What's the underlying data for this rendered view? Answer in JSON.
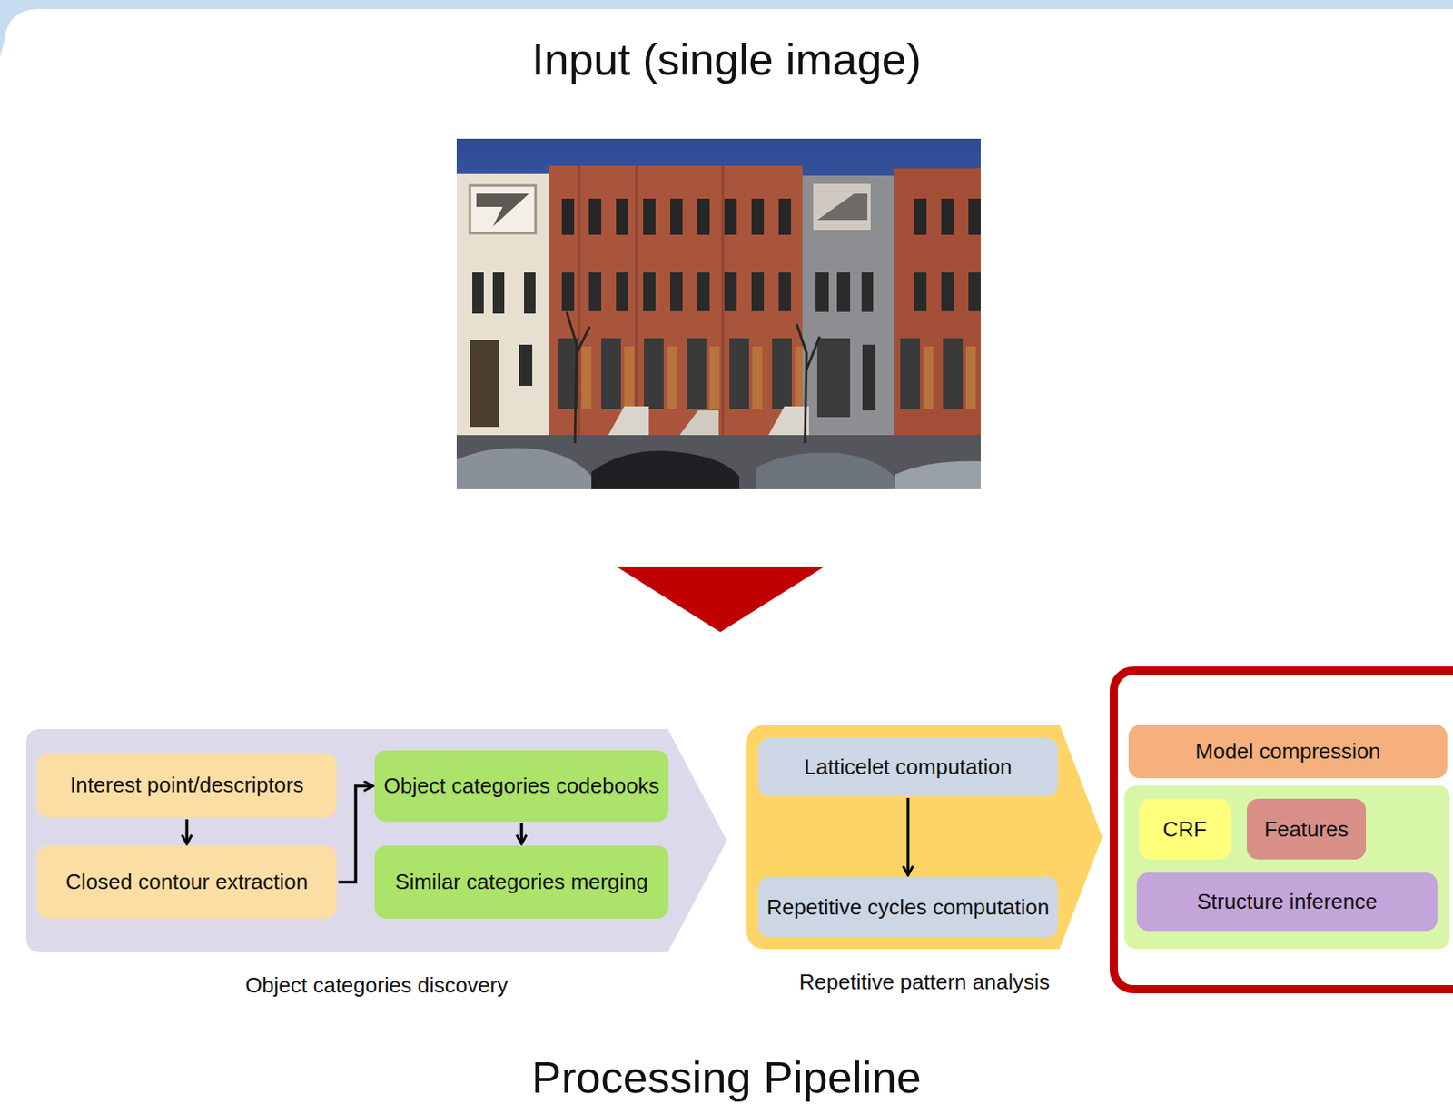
{
  "diagram": {
    "title": "Input (single image)",
    "caption": "Processing Pipeline",
    "nodes": [
      {
        "text": [
          "Object categories discovery"
        ]
      },
      {
        "text": [
          "Interest point/descriptors"
        ],
        "in": 0
      },
      {
        "text": [
          "Closed contour extraction"
        ],
        "in": 0
      },
      {
        "text": [
          "Object categories codebooks"
        ],
        "in": 0
      },
      {
        "text": [
          "Similar categories merging"
        ],
        "in": 0
      },
      {
        "text": [
          "Repetitive pattern analysis"
        ]
      },
      {
        "text": [
          "Latticelet computation"
        ],
        "in": 5
      },
      {
        "text": [
          "Repetitive cycles computation"
        ],
        "in": 5
      },
      {
        "text": [
          "Model compression"
        ]
      },
      {
        "text": [
          "CRF"
        ]
      },
      {
        "text": [
          "Features"
        ]
      },
      {
        "text": [
          "Structure inference"
        ]
      }
    ],
    "edges": [
      {
        "from": 1,
        "to": 2,
        "arrow": "to"
      },
      {
        "from": 2,
        "to": 3,
        "arrow": "to"
      },
      {
        "from": 3,
        "to": 4,
        "arrow": "to"
      },
      {
        "from": 6,
        "to": 7,
        "arrow": "to"
      }
    ]
  }
}
